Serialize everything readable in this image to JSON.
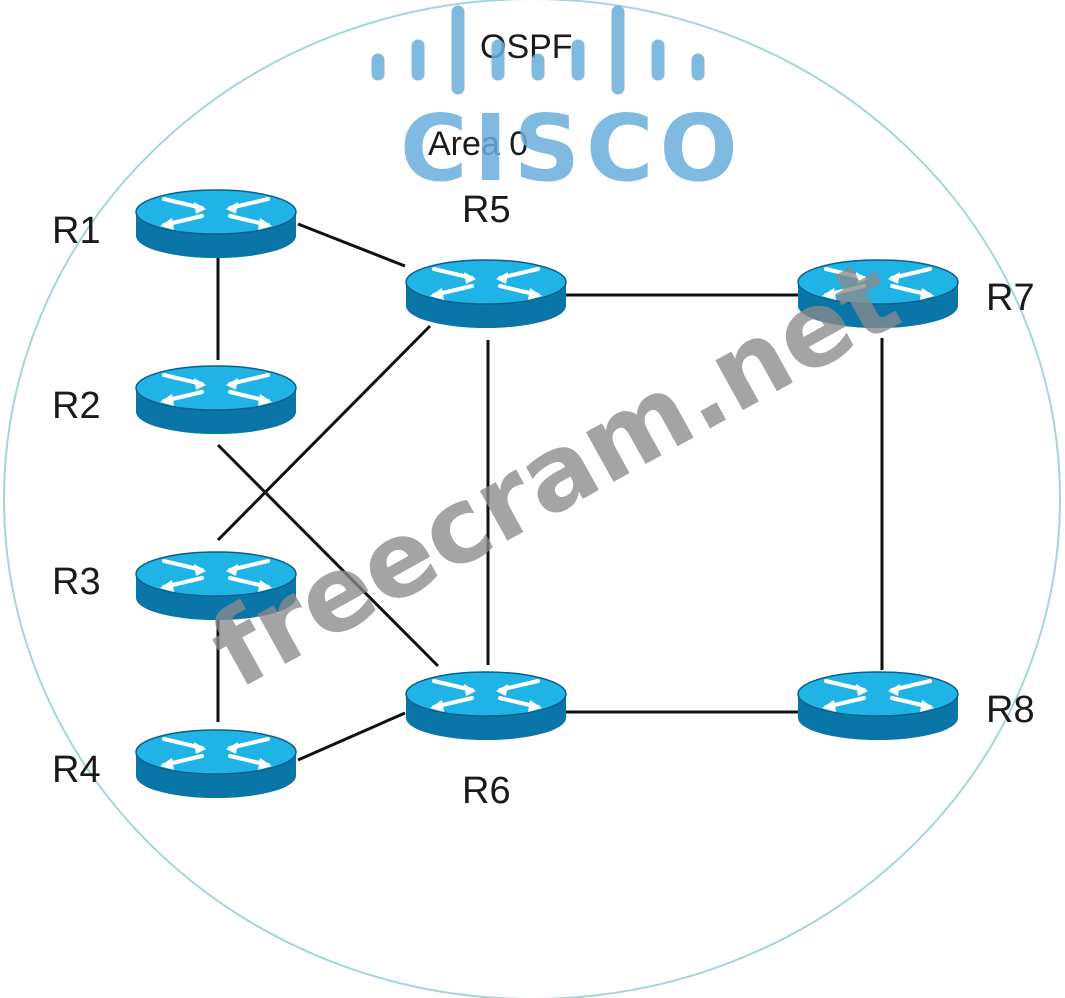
{
  "area": {
    "protocol": "OSPF",
    "area_label": "Area 0"
  },
  "routers": [
    {
      "id": "r1",
      "label": "R1"
    },
    {
      "id": "r2",
      "label": "R2"
    },
    {
      "id": "r3",
      "label": "R3"
    },
    {
      "id": "r4",
      "label": "R4"
    },
    {
      "id": "r5",
      "label": "R5"
    },
    {
      "id": "r6",
      "label": "R6"
    },
    {
      "id": "r7",
      "label": "R7"
    },
    {
      "id": "r8",
      "label": "R8"
    }
  ],
  "links": [
    [
      "R1",
      "R2"
    ],
    [
      "R1",
      "R5"
    ],
    [
      "R2",
      "R6"
    ],
    [
      "R3",
      "R5"
    ],
    [
      "R3",
      "R4"
    ],
    [
      "R4",
      "R6"
    ],
    [
      "R5",
      "R6"
    ],
    [
      "R5",
      "R7"
    ],
    [
      "R6",
      "R8"
    ],
    [
      "R7",
      "R8"
    ]
  ],
  "watermarks": {
    "logo_text": "CISCO",
    "site_text": "freecram.net"
  },
  "colors": {
    "router_top": "#1fb3e6",
    "router_side": "#0a76a8",
    "router_edge": "#0b5f88",
    "link": "#111111",
    "area_circle": "#a8d4dc",
    "logo": "#6aaedb",
    "watermark": "#8a8a8a"
  }
}
